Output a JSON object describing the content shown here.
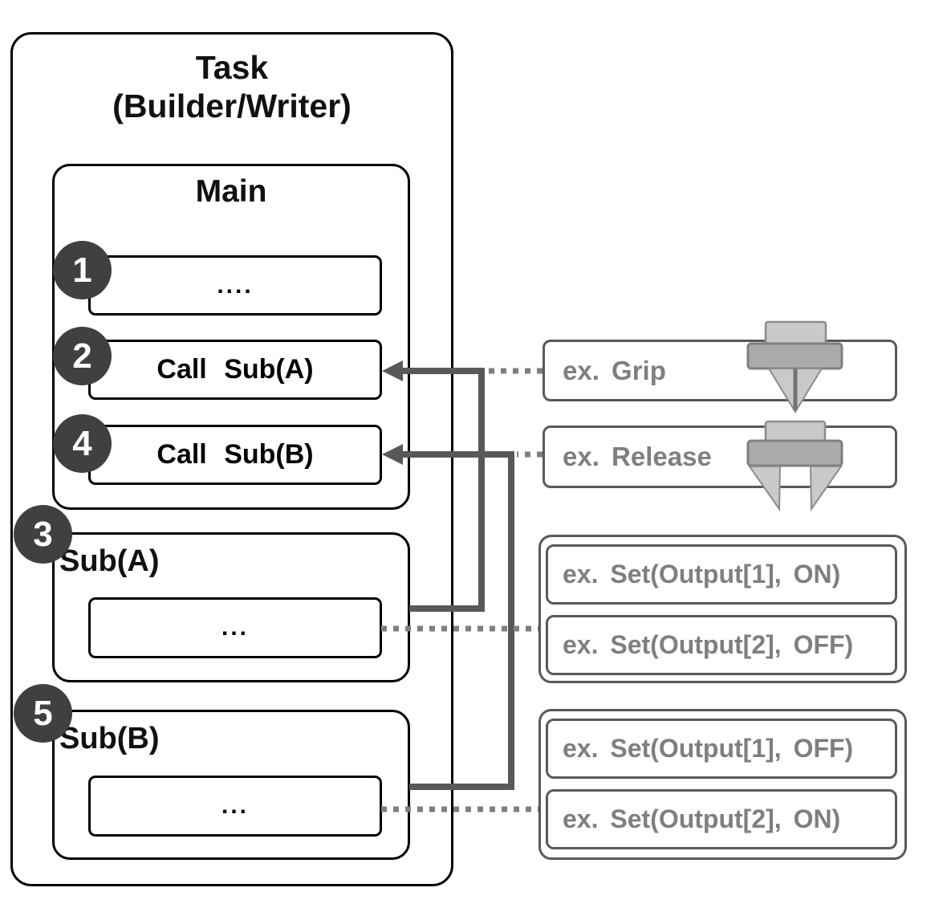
{
  "task": {
    "title_line1": "Task",
    "title_line2": "(Builder/Writer)",
    "main": {
      "title": "Main",
      "steps": [
        {
          "num": "1",
          "label": "...."
        },
        {
          "num": "2",
          "label": "Call Sub(A)"
        },
        {
          "num": "4",
          "label": "Call Sub(B)"
        }
      ]
    },
    "subs": [
      {
        "num": "3",
        "title": "Sub(A)",
        "body": "..."
      },
      {
        "num": "5",
        "title": "Sub(B)",
        "body": "..."
      }
    ]
  },
  "examples": {
    "grip": {
      "label": "ex. Grip",
      "icon": "gripper-closed-icon"
    },
    "release": {
      "label": "ex. Release",
      "icon": "gripper-open-icon"
    },
    "set_group_a": {
      "items": [
        {
          "label": "ex. Set(Output[1], ON)"
        },
        {
          "label": "ex. Set(Output[2], OFF)"
        }
      ]
    },
    "set_group_b": {
      "items": [
        {
          "label": "ex. Set(Output[1], OFF)"
        },
        {
          "label": "ex. Set(Output[2], ON)"
        }
      ]
    }
  },
  "colors": {
    "outline_black": "#000000",
    "circle_fill": "#404040",
    "circle_text": "#ffffff",
    "connector_solid": "#595959",
    "connector_dotted": "#7f7f7f",
    "example_border": "#595959",
    "example_text": "#7f7f7f",
    "icon_light_gray": "#c9c9c9",
    "icon_mid_gray": "#ababab",
    "icon_stroke": "#8c8c8c"
  }
}
